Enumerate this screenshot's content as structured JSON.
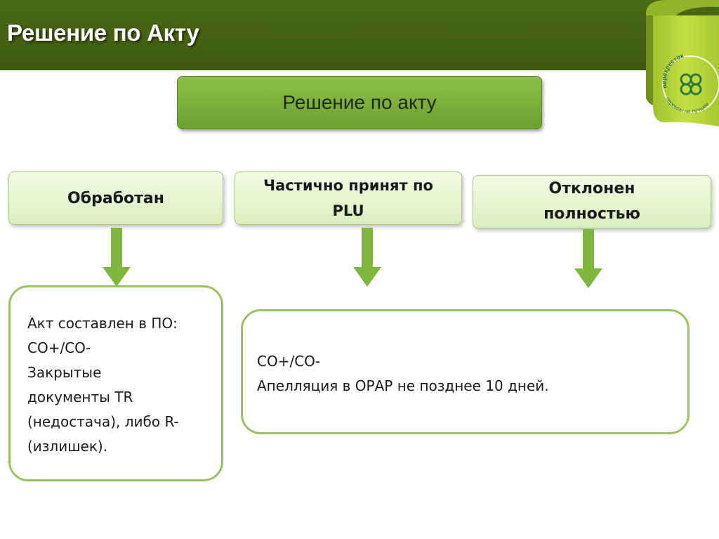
{
  "header": {
    "title": "Решение по Акту"
  },
  "logo": {
    "text_top": "перекресток",
    "text_bottom": "перемен на лучшее"
  },
  "root": {
    "label": "Решение по акту"
  },
  "categories": [
    {
      "lines": [
        "Обработан"
      ]
    },
    {
      "lines": [
        "Частично принят по",
        "PLU"
      ]
    },
    {
      "lines": [
        "Отклонен",
        "полностью"
      ]
    }
  ],
  "notes": [
    {
      "lines": [
        "Акт составлен в ПО:",
        "СО+/СО-",
        "Закрытые",
        "документы TR",
        "(недостача), либо R-",
        "(излишек)."
      ]
    },
    {
      "lines": [
        "СО+/СО-",
        "Апелляция в ОРАР не позднее 10 дней."
      ]
    }
  ],
  "colors": {
    "header": "#3d5a0f",
    "accent_green": "#8fbf4a",
    "arrow_green": "#7fb63d",
    "note_border": "#9bc25e",
    "ribbon_lime": "#b5d334"
  }
}
